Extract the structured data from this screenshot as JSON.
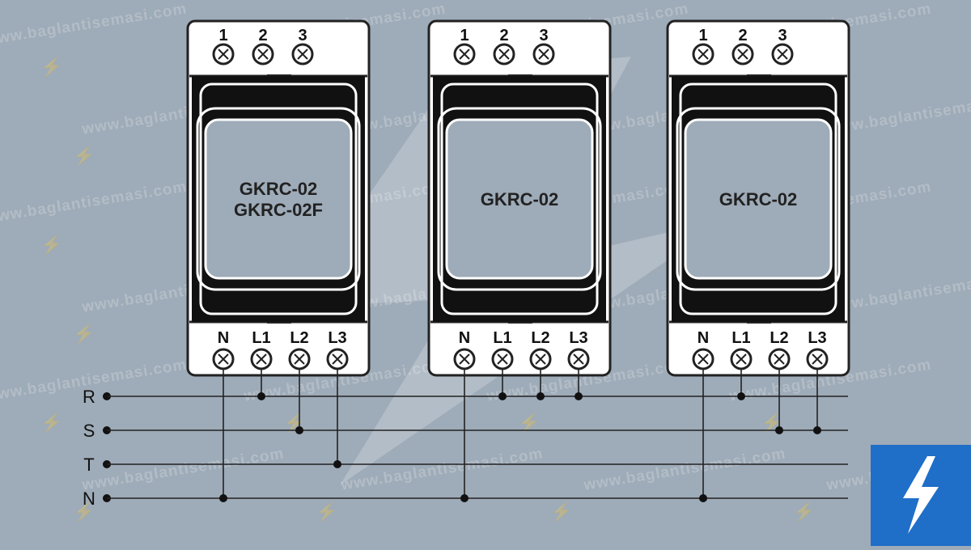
{
  "watermark": {
    "text": "www.baglantisemasi.com",
    "icon": "lightning-bolt-icon"
  },
  "devices": [
    {
      "model_lines": [
        "GKRC-02",
        "GKRC-02F"
      ],
      "top_terminals": [
        "1",
        "2",
        "3"
      ],
      "bottom_terminals": [
        "N",
        "L1",
        "L2",
        "L3"
      ]
    },
    {
      "model_lines": [
        "GKRC-02"
      ],
      "top_terminals": [
        "1",
        "2",
        "3"
      ],
      "bottom_terminals": [
        "N",
        "L1",
        "L2",
        "L3"
      ]
    },
    {
      "model_lines": [
        "GKRC-02"
      ],
      "top_terminals": [
        "1",
        "2",
        "3"
      ],
      "bottom_terminals": [
        "N",
        "L1",
        "L2",
        "L3"
      ]
    }
  ],
  "buses": [
    "R",
    "S",
    "T",
    "N"
  ],
  "wiring": [
    {
      "N": "N",
      "L1": "R",
      "L2": "S",
      "L3": "T"
    },
    {
      "N": "N",
      "L1": "R",
      "L2": "R",
      "L3": "R"
    },
    {
      "N": "N",
      "L1": "R",
      "L2": "S",
      "L3": "S"
    }
  ],
  "colors": {
    "background": "#9eabb8",
    "device_body": "#ffffff",
    "device_window": "#9eabb8",
    "stroke": "#222222",
    "badge": "#1f6ec8",
    "badge_icon": "#ffffff"
  },
  "badge": {
    "icon": "lightning-bolt-icon"
  }
}
